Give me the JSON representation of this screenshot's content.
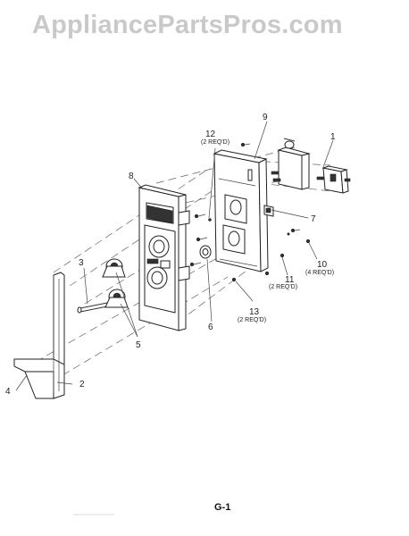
{
  "watermark": "AppliancePartsPros.com",
  "page_id": "G-1",
  "callouts": {
    "c1": "1",
    "c2": "2",
    "c3": "3",
    "c4": "4",
    "c5": "5",
    "c6": "6",
    "c7": "7",
    "c8": "8",
    "c9": "9",
    "c10": "10",
    "c10_qty": "(4 REQ'D)",
    "c11": "11",
    "c11_qty": "(2 REQ'D)",
    "c12": "12",
    "c12_qty": "(2 REQ'D)",
    "c13": "13",
    "c13_qty": "(2 REQ'D)"
  }
}
